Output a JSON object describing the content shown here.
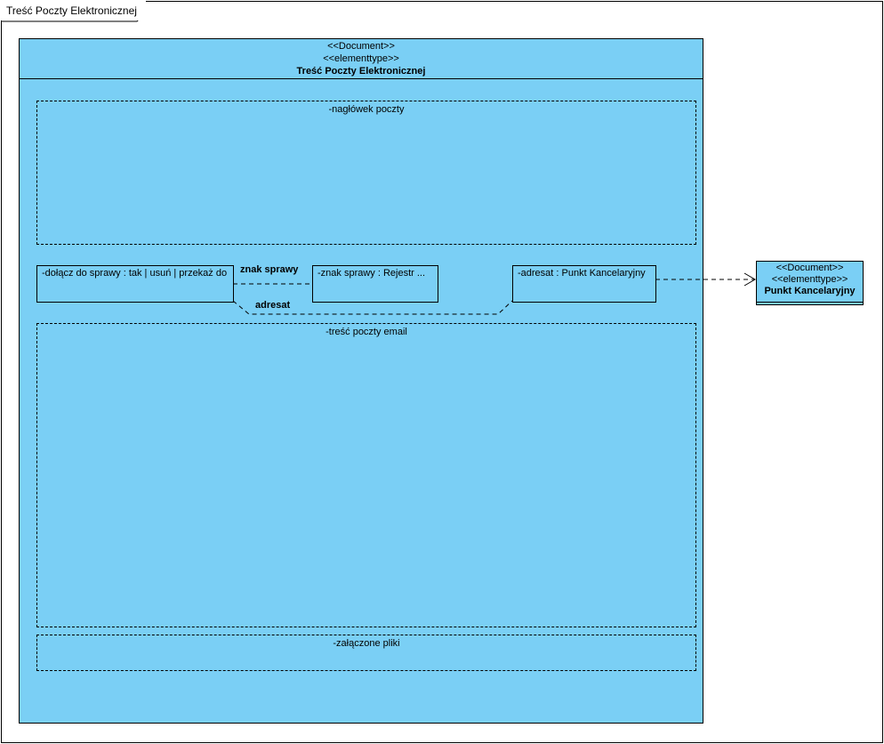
{
  "frame": {
    "title": "Treść Poczty Elektronicznej"
  },
  "main_class": {
    "stereotype_1": "<<Document>>",
    "stereotype_2": "<<elementtype>>",
    "name": "Treść Poczty Elektronicznej",
    "parts": {
      "header": "-nagłówek poczty",
      "body": "-treść poczty email",
      "attachments": "-załączone pliki"
    },
    "attributes": {
      "join_case": "-dołącz do sprawy : tak | usuń | przekaż do",
      "case_mark": "-znak sprawy : Rejestr ...",
      "addressee": "-adresat : Punkt Kancelaryjny"
    },
    "connector_labels": {
      "case_mark": "znak sprawy",
      "addressee": "adresat"
    }
  },
  "external_class": {
    "stereotype_1": "<<Document>>",
    "stereotype_2": "<<elementtype>>",
    "name": "Punkt Kancelaryjny"
  },
  "colors": {
    "class_fill": "#7ACFF5",
    "line": "#000000"
  }
}
